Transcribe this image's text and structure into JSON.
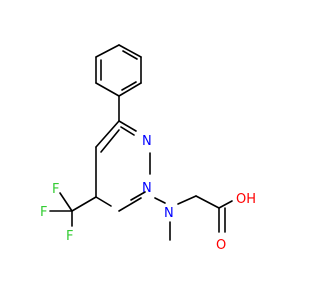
{
  "atoms": {
    "N_ring_upper": {
      "label": "N",
      "color": "#0000ff"
    },
    "N_ring_lower": {
      "label": "N",
      "color": "#0000ff"
    },
    "N_amine": {
      "label": "N",
      "color": "#0000ff"
    },
    "F_left": {
      "label": "F",
      "color": "#33cc33"
    },
    "F_lower": {
      "label": "F",
      "color": "#33cc33"
    },
    "F_upper": {
      "label": "F",
      "color": "#33cc33"
    },
    "O_hydroxyl": {
      "label": "OH",
      "color": "#ff0000"
    },
    "O_carbonyl": {
      "label": "O",
      "color": "#ff0000"
    }
  },
  "colors": {
    "bond": "#000000",
    "background": "#ffffff"
  }
}
